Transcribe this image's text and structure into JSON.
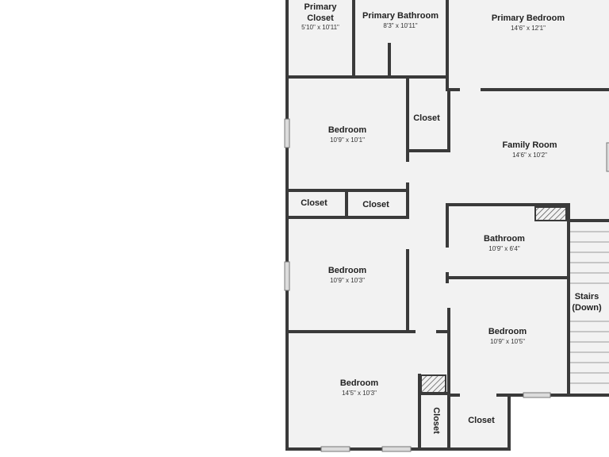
{
  "colors": {
    "wall": "#3a3a3a",
    "floor": "#f2f2f2",
    "window": "#dcdcdc",
    "background": "#ffffff"
  },
  "rooms": {
    "primary_closet": {
      "name_line1": "Primary",
      "name_line2": "Closet",
      "dims": "5'10\" x 10'11\""
    },
    "primary_bathroom": {
      "name": "Primary Bathroom",
      "dims": "8'3\" x 10'11\""
    },
    "primary_bedroom": {
      "name": "Primary Bedroom",
      "dims": "14'6\" x 12'1\""
    },
    "bedroom_1": {
      "name": "Bedroom",
      "dims": "10'9\" x 10'1\""
    },
    "closet_1": {
      "name": "Closet"
    },
    "family_room": {
      "name": "Family Room",
      "dims": "14'6\" x 10'2\""
    },
    "closet_2": {
      "name": "Closet"
    },
    "closet_3": {
      "name": "Closet"
    },
    "bathroom": {
      "name": "Bathroom",
      "dims": "10'9\" x 6'4\""
    },
    "bedroom_2": {
      "name": "Bedroom",
      "dims": "10'9\" x 10'3\""
    },
    "stairs": {
      "name_line1": "Stairs",
      "name_line2": "(Down)"
    },
    "bedroom_3": {
      "name": "Bedroom",
      "dims": "10'9\" x 10'5\""
    },
    "bedroom_4": {
      "name": "Bedroom",
      "dims": "14'5\" x 10'3\""
    },
    "closet_4": {
      "name": "Closet"
    },
    "closet_5": {
      "name": "Closet"
    }
  }
}
